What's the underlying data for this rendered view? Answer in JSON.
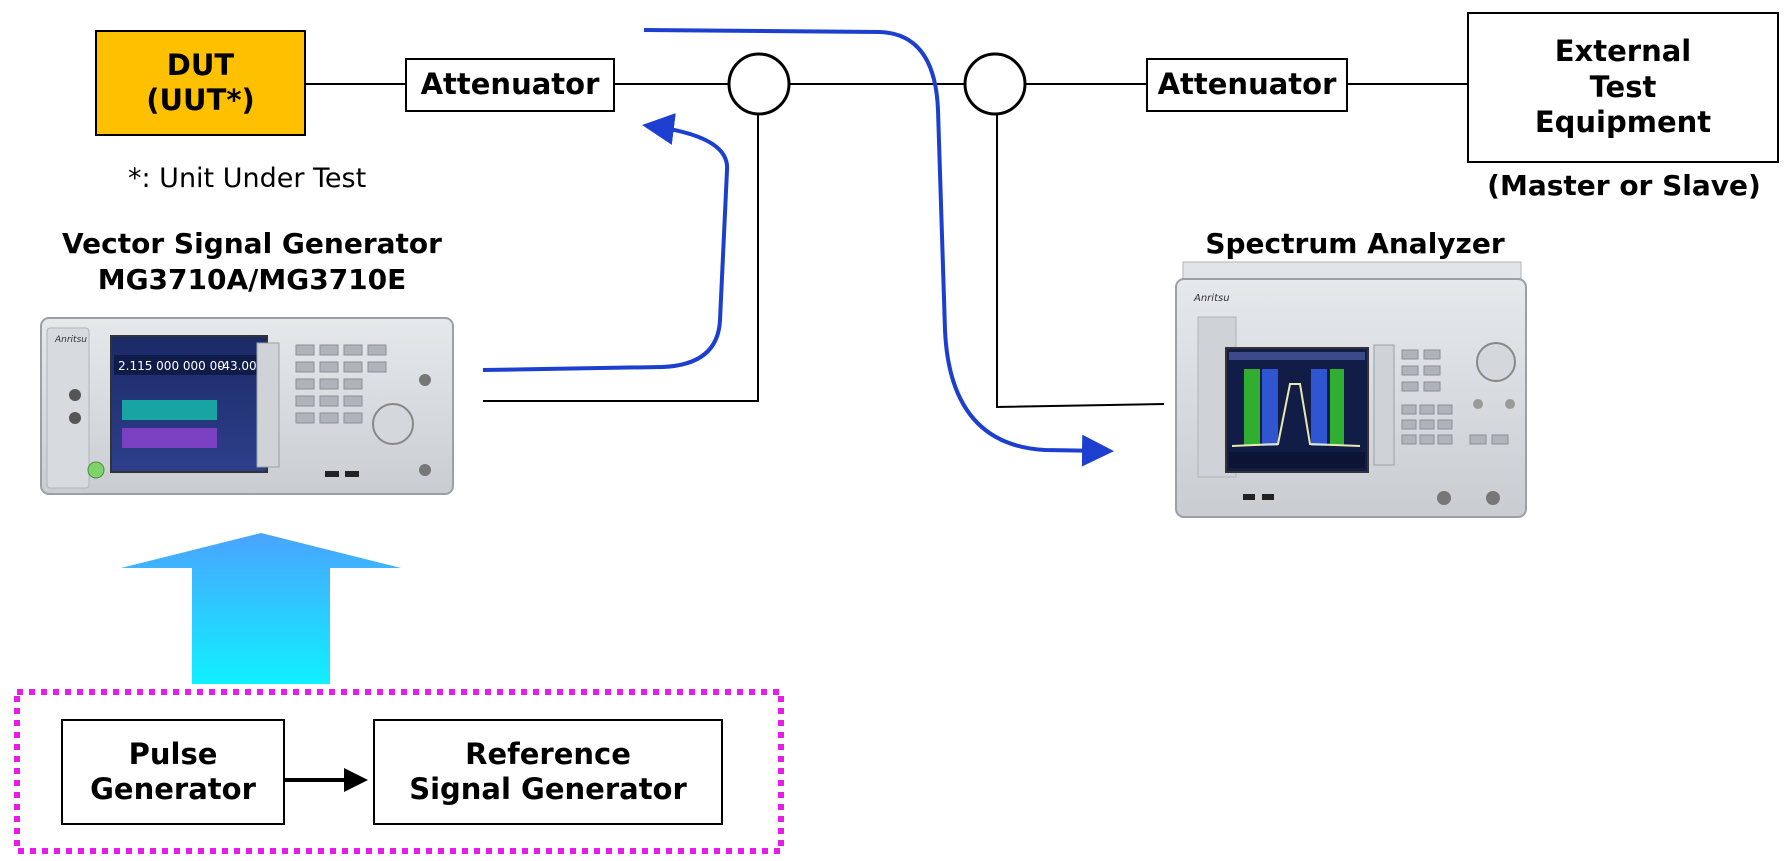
{
  "dut": "DUT\n(UUT*)",
  "note": "*: Unit Under Test",
  "attenuator_left": "Attenuator",
  "attenuator_right": "Attenuator",
  "external": {
    "title": "External\nTest\nEquipment",
    "subtitle": "(Master or Slave)"
  },
  "vsg_label": "Vector Signal Generator\nMG3710A/MG3710E",
  "sa_label": "Spectrum Analyzer",
  "pulse_generator": "Pulse\nGenerator",
  "reference_generator": "Reference\nSignal Generator",
  "vsg_screen": {
    "frequency": "2.115 000 000 00",
    "level": "-43.00"
  },
  "brand": "Anritsu",
  "colors": {
    "dut_fill": "#ffc000",
    "signal_line": "#1c3fcf",
    "dotted_border": "#e81ce8",
    "arrow_top": "#4aa3ff",
    "arrow_bottom": "#10f0ff"
  }
}
